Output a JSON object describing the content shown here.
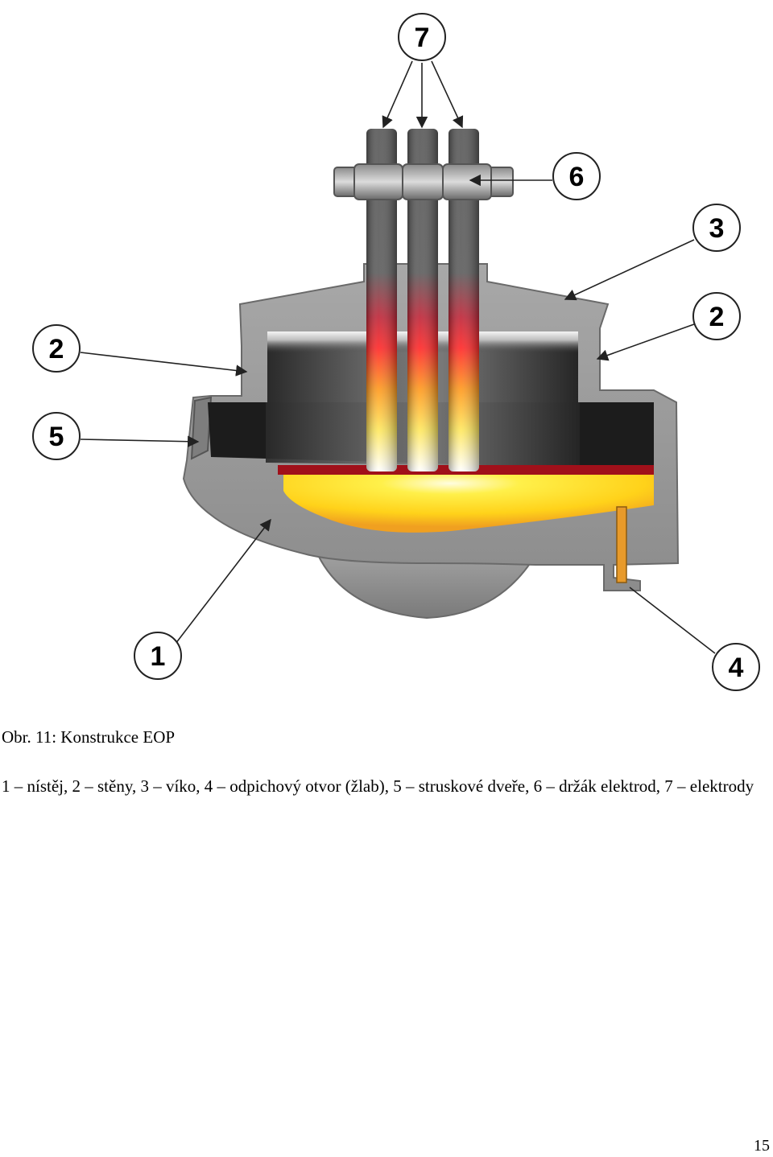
{
  "figure": {
    "callouts": [
      {
        "id": "7",
        "label": "7"
      },
      {
        "id": "6",
        "label": "6"
      },
      {
        "id": "3",
        "label": "3"
      },
      {
        "id": "2a",
        "label": "2"
      },
      {
        "id": "2b",
        "label": "2"
      },
      {
        "id": "5",
        "label": "5"
      },
      {
        "id": "1",
        "label": "1"
      },
      {
        "id": "4",
        "label": "4"
      }
    ]
  },
  "caption": {
    "text": "Obr. 11:  Konstrukce EOP"
  },
  "legend": {
    "text": "1 – nístěj, 2 – stěny, 3 – víko, 4 – odpichový otvor (žlab), 5 – struskové dveře, 6 – držák elektrod, 7 – elektrody"
  },
  "footer": {
    "page_number": "15"
  },
  "colors": {
    "shell": "#9a9a9a",
    "shell_dark": "#6e6e6e",
    "chamber_dark": "#1e1e1e",
    "molten_yellow": "#ffe23a",
    "molten_orange": "#f5a623",
    "slag_red": "#a0101a",
    "electrode": "#555555",
    "arrow": "#222222"
  }
}
